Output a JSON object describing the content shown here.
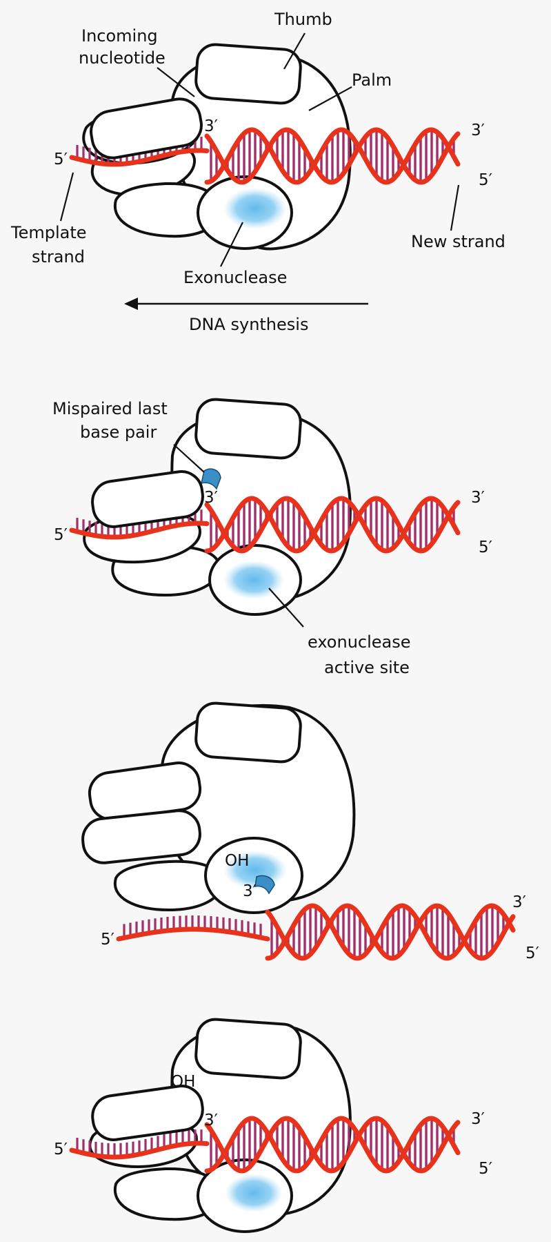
{
  "panel1": {
    "thumb": "Thumb",
    "palm": "Palm",
    "incoming_1": "Incoming",
    "incoming_2": "nucleotide",
    "template_1": "Template",
    "template_2": "strand",
    "new_strand": "New strand",
    "exonuclease": "Exonuclease",
    "synthesis": "DNA synthesis",
    "end_5_left": "5′",
    "end_3_inner": "3′",
    "end_3_right": "3′",
    "end_5_right": "5′"
  },
  "panel2": {
    "mispaired_1": "Mispaired last",
    "mispaired_2": "base pair",
    "exo_site_1": "exonuclease",
    "exo_site_2": "active site",
    "end_5_left": "5′",
    "end_3_inner": "3′",
    "end_3_right": "3′",
    "end_5_right": "5′"
  },
  "panel3": {
    "oh": "OH",
    "end_3_inner": "3′",
    "end_5_left": "5′",
    "end_3_right": "3′",
    "end_5_right": "5′"
  },
  "panel4": {
    "oh": "OH",
    "end_3_inner": "3′",
    "end_5_left": "5′",
    "end_3_right": "3′",
    "end_5_right": "5′"
  },
  "colors": {
    "backbone": "#e8331c",
    "base_rung": "#a0306a",
    "exonuclease_blob": "#5ab6ec",
    "mispaired_base": "#3a8fc6",
    "outline": "#111111"
  }
}
